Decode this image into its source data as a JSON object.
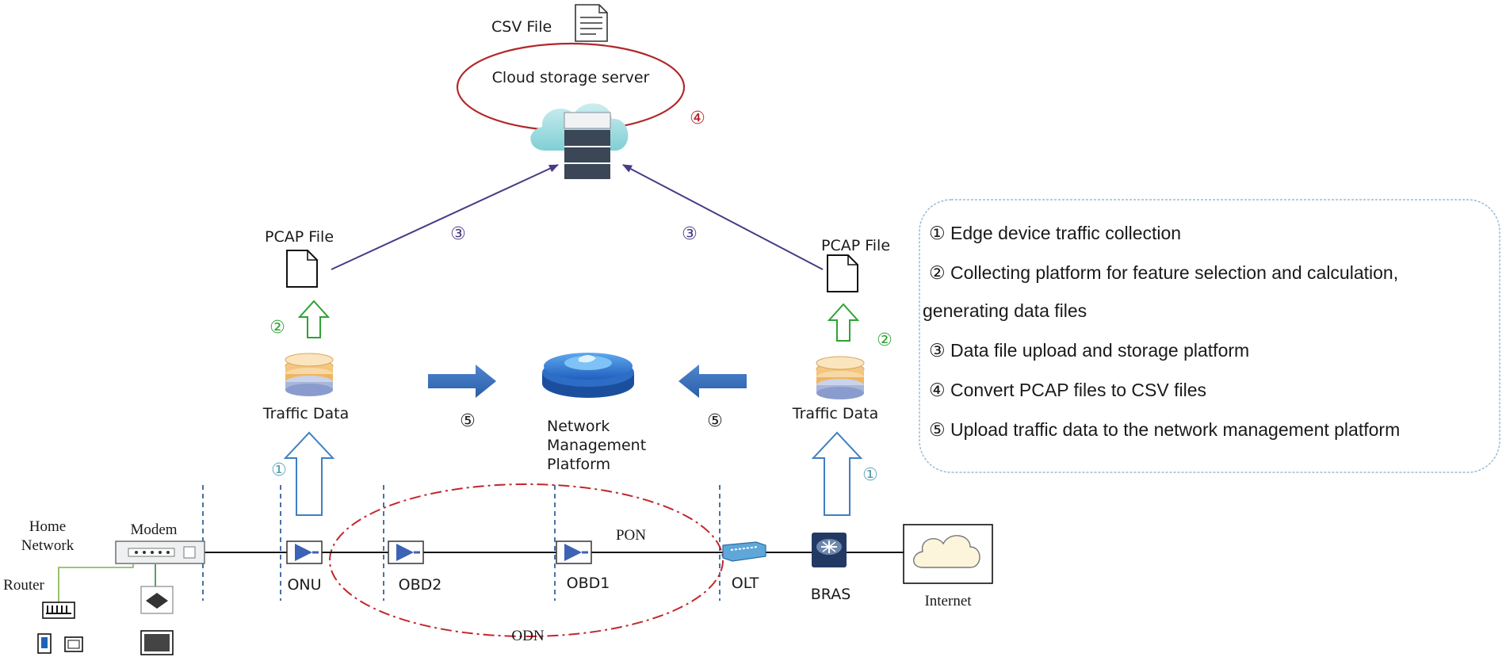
{
  "colors": {
    "purple": "#4b3a86",
    "green": "#2fa336",
    "blue": "#3f7fc1",
    "red": "#b3262a",
    "teal": "#5aa0b8",
    "text": "#1a1a1a",
    "panel_border": "#9bbad3"
  },
  "icons": {
    "csv_file": "document-lines-icon",
    "pcap_file": "document-icon",
    "cloud_server": "cloud-server-icon",
    "traffic_db": "database-stack-icon",
    "nmp": "platform-disc-icon",
    "modem": "modem-icon",
    "router": "router-icon",
    "splitter": "optical-splitter-icon",
    "olt": "olt-icon",
    "bras": "bras-router-icon",
    "internet": "internet-cloud-icon"
  },
  "top": {
    "csv_label": "CSV File",
    "cloud_label": "Cloud storage server",
    "step4": "④"
  },
  "left": {
    "pcap_label": "PCAP File",
    "step3": "③",
    "step2": "②",
    "traffic_label": "Traffic Data",
    "step5": "⑤",
    "step1": "①"
  },
  "right": {
    "pcap_label": "PCAP File",
    "step3": "③",
    "step2": "②",
    "traffic_label": "Traffic Data",
    "step5": "⑤",
    "step1": "①"
  },
  "nmp": {
    "line1": "Network",
    "line2": "Management",
    "line3": "Platform"
  },
  "legend": {
    "items": [
      "①  Edge device traffic collection",
      "②  Collecting platform for feature selection and calculation,",
      "generating data files",
      "③  Data file upload and storage platform",
      "④  Convert PCAP files to CSV files",
      "⑤  Upload traffic data to the network management platform"
    ]
  },
  "network": {
    "home_line1": "Home",
    "home_line2": "Network",
    "modem": "Modem",
    "router": "Router",
    "onu": "ONU",
    "obd2": "OBD2",
    "obd1": "OBD1",
    "pon": "PON",
    "olt": "OLT",
    "bras": "BRAS",
    "internet": "Internet",
    "odn": "ODN"
  }
}
